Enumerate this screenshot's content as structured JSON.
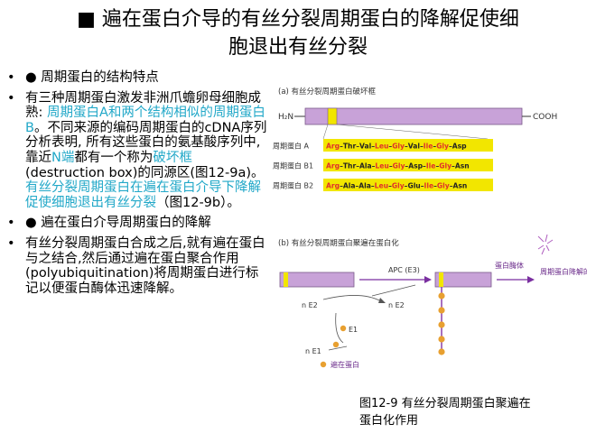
{
  "slide": {
    "title_marker": "■",
    "title_line1": "遍在蛋白介导的有丝分裂周期蛋白的降解促使细",
    "title_line2": "胞退出有丝分裂"
  },
  "bullets": {
    "dot": "•",
    "b1": "● 周期蛋白的结构特点",
    "b2_part1": "有三种周期蛋白激发非洲爪蟾卵母细胞成熟: ",
    "b2_part2": "周期蛋白A和两个结构相似的周期蛋白B",
    "b2_part3": "。不同来源的编码周期蛋白的cDNA序列分析表明, 所有这些蛋白的氨基酸序列中, 靠近",
    "b2_part4": "N端",
    "b2_part5": "都有一个称为",
    "b2_part6": "破坏框",
    "b2_part7": "(destruction box)的同源区(图12-9a)。",
    "b2_part8": "有丝分裂周期蛋白在遍在蛋白介导下降解促使细胞退出有丝分裂",
    "b2_part9": "（图12-9b）。",
    "b3": "● 遍在蛋白介导周期蛋白的降解",
    "b4": "有丝分裂周期蛋白合成之后,就有遍在蛋白与之结合,然后通过遍在蛋白聚合作用(polyubiquitination)将周期蛋白进行标记以便蛋白酶体迅速降解。"
  },
  "figure": {
    "panel_a_title": "(a) 有丝分裂周期蛋白破坏框",
    "n_term": "H₂N",
    "c_term": "COOH",
    "cyclins": [
      {
        "label": "周期蛋白 A",
        "residues": [
          "Arg",
          "Thr",
          "Val",
          "Leu",
          "Gly",
          "Val",
          "Ile",
          "Gly",
          "Asp"
        ]
      },
      {
        "label": "周期蛋白 B1",
        "residues": [
          "Arg",
          "Thr",
          "Ala",
          "Leu",
          "Gly",
          "Asp",
          "Ile",
          "Gly",
          "Asn"
        ]
      },
      {
        "label": "周期蛋白 B2",
        "residues": [
          "Arg",
          "Ala",
          "Ala",
          "Leu",
          "Gly",
          "Glu",
          "Ile",
          "Gly",
          "Asn"
        ]
      }
    ],
    "panel_b_title": "(b) 有丝分裂周期蛋白聚遍在蛋白化",
    "apc_label": "APC (E3)",
    "proteasome_label": "蛋白酶体",
    "degraded_label": "周期蛋白降解的肽",
    "ne2_left": "n E2",
    "ne2_right": "n E2",
    "e1_top": "E1",
    "ne1": "n E1",
    "ubiquitin_label": "遍在蛋白",
    "colors": {
      "bar": "#c8a2d8",
      "box": "#f2e600",
      "residue_box": "#f2e600",
      "residue_red": "#e0302a",
      "ubiquitin": "#e8a030",
      "protein_line": "#8a3fa8",
      "arrow": "#7a2fa0"
    }
  },
  "caption": {
    "text": "图12-9 有丝分裂周期蛋白聚遍在蛋白化作用"
  }
}
